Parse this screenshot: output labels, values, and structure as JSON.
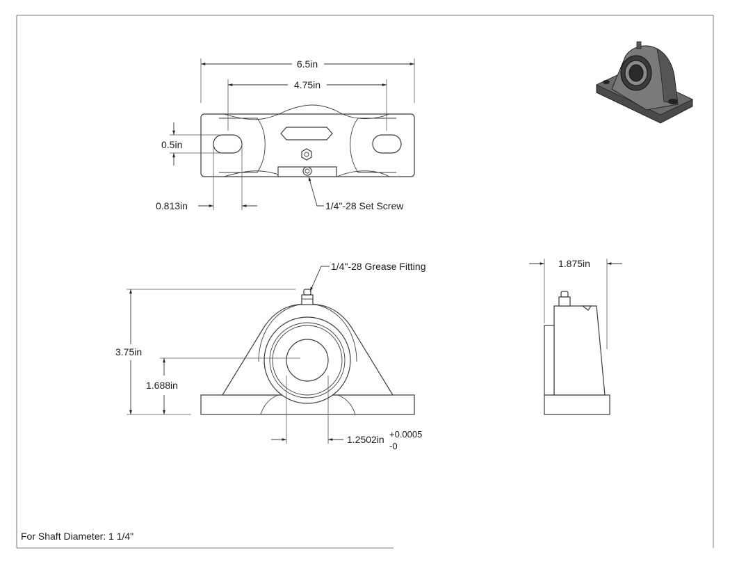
{
  "dimensions": {
    "overall_length": "6.5in",
    "bolt_center_distance": "4.75in",
    "slot_width": "0.5in",
    "slot_length": "0.813in",
    "total_height": "3.75in",
    "shaft_center_height": "1.688in",
    "bore_diameter": "1.2502in",
    "bore_tolerance_upper": "+0.0005",
    "bore_tolerance_lower": "-0",
    "width": "1.875in"
  },
  "notes": {
    "set_screw": "1/4\"-28 Set Screw",
    "grease_fitting": "1/4\"-28 Grease Fitting",
    "shaft_diameter": "For Shaft Diameter: 1 1/4\""
  }
}
